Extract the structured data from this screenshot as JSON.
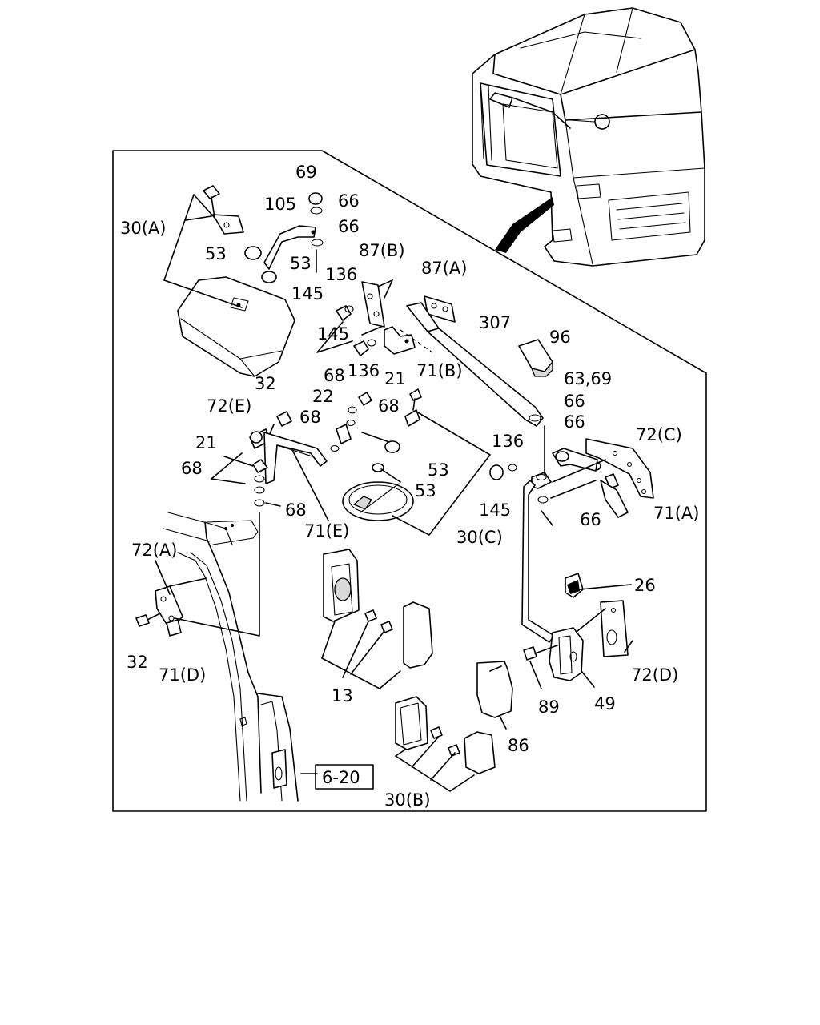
{
  "labels": {
    "l69": "69",
    "l105": "105",
    "l66a": "66",
    "l66b": "66",
    "l30a": "30(A)",
    "l53a": "53",
    "l53b": "53",
    "l87b": "87(B)",
    "l87a": "87(A)",
    "l136a": "136",
    "l145a": "145",
    "l145b": "145",
    "l307": "307",
    "l96": "96",
    "l136b": "136",
    "l71b": "71(B)",
    "l21a": "21",
    "l68a": "68",
    "l6369": "63,69",
    "l32a": "32",
    "l72e": "72(E)",
    "l22": "22",
    "l68b": "68",
    "l66c": "66",
    "l66d": "66",
    "l68c": "68",
    "l21b": "21",
    "l72c": "72(C)",
    "l136c": "136",
    "l68d": "68",
    "l53c": "53",
    "l53d": "53",
    "l71a": "71(A)",
    "l145c": "145",
    "l66e": "66",
    "l68e": "68",
    "l71e": "71(E)",
    "l30c": "30(C)",
    "l72a": "72(A)",
    "l26": "26",
    "l32b": "32",
    "l71d": "71(D)",
    "l72d": "72(D)",
    "l13": "13",
    "l89": "89",
    "l49": "49",
    "l86": "86",
    "l620": "6-20",
    "l30b": "30(B)"
  }
}
